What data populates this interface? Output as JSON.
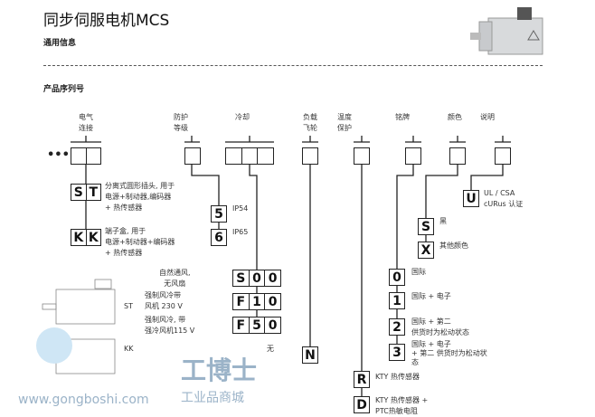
{
  "header": {
    "title": "同步伺服电机MCS",
    "section": "通用信息",
    "order_heading": "产品序列号"
  },
  "columns": {
    "electrical": [
      "电气",
      "连接"
    ],
    "protection": [
      "防护",
      "等级"
    ],
    "cooling": [
      "冷却"
    ],
    "flywheel": [
      "负载",
      "飞轮"
    ],
    "temp": [
      "温度",
      "保护"
    ],
    "nameplate": [
      "铭牌"
    ],
    "color": [
      "颜色"
    ],
    "note": [
      "说明"
    ]
  },
  "ellipsis": "•••",
  "electrical_options": [
    {
      "code": [
        "S",
        "T"
      ],
      "desc": [
        "分离式圆形插头, 用于",
        "电源+制动器,编码器",
        "+ 热传感器"
      ]
    },
    {
      "code": [
        "K",
        "K"
      ],
      "desc": [
        "端子盒, 用于",
        "电源+制动器+编码器",
        "+ 热传感器"
      ]
    }
  ],
  "protection_options": [
    {
      "code": "5",
      "desc": "IP54"
    },
    {
      "code": "6",
      "desc": "IP65"
    }
  ],
  "cooling_options": [
    {
      "code": [
        "S",
        "0",
        "0"
      ],
      "desc": [
        "自然通风,",
        "无风扇"
      ]
    },
    {
      "code": [
        "F",
        "1",
        "0"
      ],
      "desc": [
        "强制风冷带",
        "风机 230 V"
      ]
    },
    {
      "code": [
        "F",
        "5",
        "0"
      ],
      "desc": [
        "强制风冷, 带",
        "强冷风机115 V"
      ]
    }
  ],
  "flywheel_option": {
    "code": "N",
    "desc": "无"
  },
  "temp_options": [
    {
      "code": "R",
      "desc": [
        "KTY 热传感器"
      ]
    },
    {
      "code": "D",
      "desc": [
        "KTY 热传感器 +",
        "PTC热敏电阻"
      ]
    }
  ],
  "nameplate_options": [
    {
      "code": "0",
      "desc": [
        "国际"
      ]
    },
    {
      "code": "1",
      "desc": [
        "国际 + 电子"
      ]
    },
    {
      "code": "2",
      "desc": [
        "国际 + 第二",
        "供货时为松动状态"
      ]
    },
    {
      "code": "3",
      "desc": [
        "国际 + 电子",
        "+ 第二  供货时为松动状",
        "态"
      ]
    }
  ],
  "color_options": [
    {
      "code": "S",
      "desc": "黑"
    },
    {
      "code": "X",
      "desc": "其他颜色"
    }
  ],
  "note_option": {
    "code": "U",
    "desc": [
      "UL / CSA",
      "cURus 认证"
    ]
  },
  "motor_labels": {
    "st": "ST",
    "kk": "KK"
  },
  "watermark": {
    "brand": "工博士",
    "tagline": "工业品商城",
    "url": "www.gongboshi.com"
  }
}
